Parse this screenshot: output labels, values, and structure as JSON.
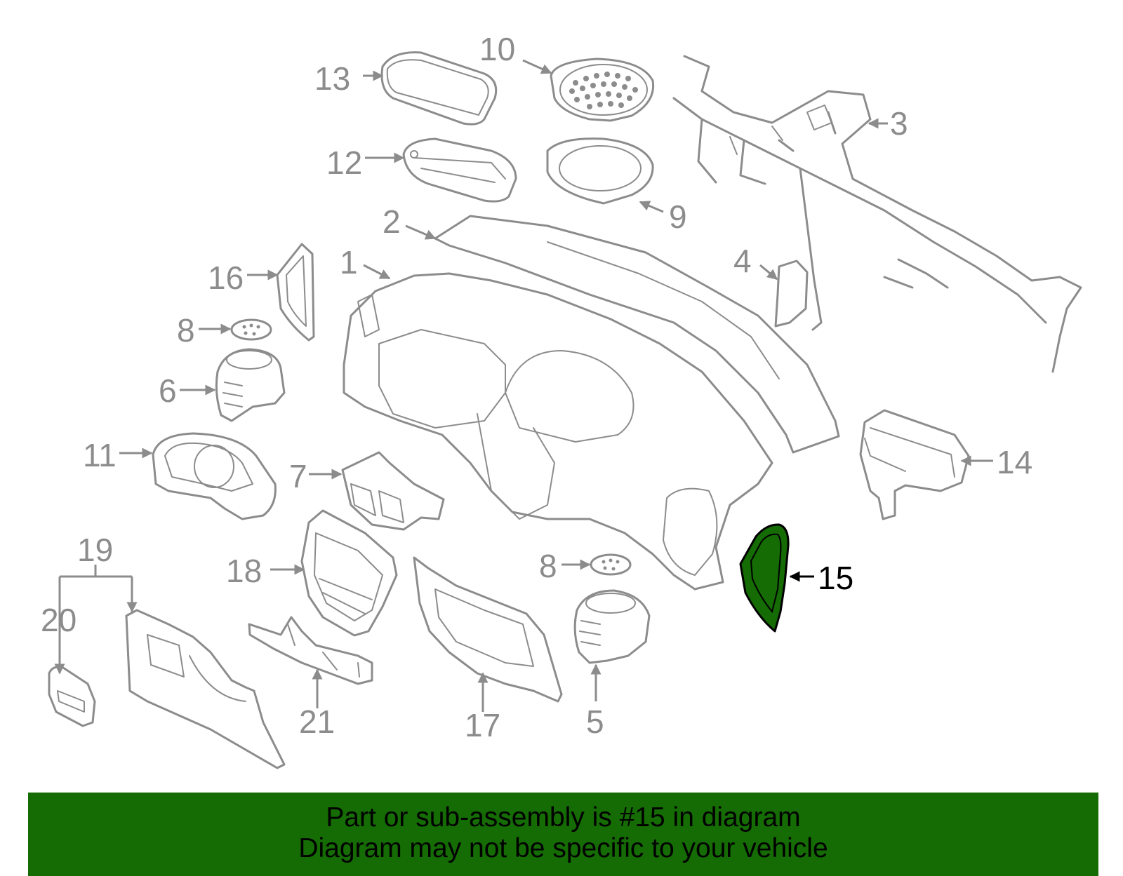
{
  "diagram": {
    "callouts": [
      {
        "id": "13",
        "label": "13"
      },
      {
        "id": "10",
        "label": "10"
      },
      {
        "id": "3",
        "label": "3"
      },
      {
        "id": "12",
        "label": "12"
      },
      {
        "id": "9",
        "label": "9"
      },
      {
        "id": "2",
        "label": "2"
      },
      {
        "id": "1",
        "label": "1"
      },
      {
        "id": "16",
        "label": "16"
      },
      {
        "id": "4",
        "label": "4"
      },
      {
        "id": "8a",
        "label": "8"
      },
      {
        "id": "6",
        "label": "6"
      },
      {
        "id": "11",
        "label": "11"
      },
      {
        "id": "7",
        "label": "7"
      },
      {
        "id": "14",
        "label": "14"
      },
      {
        "id": "19",
        "label": "19"
      },
      {
        "id": "18",
        "label": "18"
      },
      {
        "id": "8b",
        "label": "8"
      },
      {
        "id": "15",
        "label": "15"
      },
      {
        "id": "20",
        "label": "20"
      },
      {
        "id": "21",
        "label": "21"
      },
      {
        "id": "17",
        "label": "17"
      },
      {
        "id": "5",
        "label": "5"
      }
    ],
    "highlighted_part": "15"
  },
  "colors": {
    "highlight_fill": "#156b04",
    "line_gray": "#8c8c8c",
    "banner_bg": "#156b04"
  },
  "banner": {
    "line1": "Part or sub-assembly is #15 in diagram",
    "line2": "Diagram may not be specific to your vehicle"
  }
}
